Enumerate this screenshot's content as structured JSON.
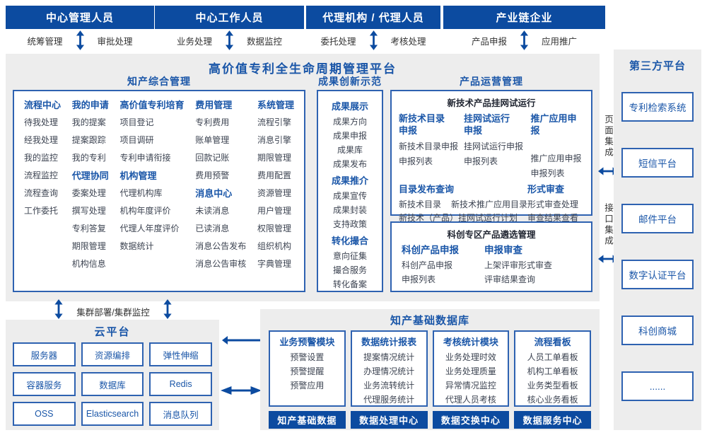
{
  "colors": {
    "primary_blue": "#0c4ba0",
    "heading_blue": "#1a56a8",
    "box_border_blue": "#2e62b1",
    "panel_gray": "#ededed",
    "item_text": "#3d4452",
    "bar_text": "#ffffff"
  },
  "actors": [
    {
      "title": "中心管理人员",
      "left_label": "统筹管理",
      "right_label": "审批处理"
    },
    {
      "title": "中心工作人员",
      "left_label": "业务处理",
      "right_label": "数据监控"
    },
    {
      "title": "代理机构 / 代理人员",
      "left_label": "委托处理",
      "right_label": "考核处理"
    },
    {
      "title": "产业链企业",
      "left_label": "产品申报",
      "right_label": "应用推广"
    }
  ],
  "platform": {
    "title": "高价值专利全生命周期管理平台",
    "ip_management": {
      "title": "知产综合管理",
      "columns": [
        {
          "groups": [
            {
              "title": "流程中心",
              "items": [
                "待我处理",
                "经我处理",
                "我的监控",
                "流程监控",
                "流程查询",
                "工作委托"
              ]
            }
          ]
        },
        {
          "groups": [
            {
              "title": "我的申请",
              "items": [
                "我的提案",
                "提案跟踪",
                "我的专利"
              ]
            },
            {
              "title": "代理协同",
              "items": [
                "委案处理",
                "撰写处理",
                "专利答复",
                "期限管理",
                "机构信息"
              ]
            }
          ]
        },
        {
          "groups": [
            {
              "title": "高价值专利培育",
              "items": [
                "项目登记",
                "项目调研",
                "专利申请衔接"
              ]
            },
            {
              "title": "机构管理",
              "items": [
                "代理机构库",
                "机构年度评价",
                "代理人年度评价",
                "数据统计"
              ]
            }
          ]
        },
        {
          "groups": [
            {
              "title": "费用管理",
              "items": [
                "专利费用",
                "账单管理",
                "回款记账",
                "费用预警"
              ]
            },
            {
              "title": "消息中心",
              "items": [
                "未读消息",
                "已读消息",
                "消息公告发布",
                "消息公告审核"
              ]
            }
          ]
        },
        {
          "groups": [
            {
              "title": "系统管理",
              "items": [
                "流程引擎",
                "消息引擎",
                "期限管理",
                "费用配置",
                "资源管理",
                "用户管理",
                "权限管理",
                "组织机构",
                "字典管理"
              ]
            }
          ]
        }
      ]
    },
    "achievement": {
      "title": "成果创新示范",
      "groups": [
        {
          "title": "成果展示",
          "items": [
            "成果方向",
            "成果申报",
            "成果库",
            "成果发布"
          ]
        },
        {
          "title": "成果推介",
          "items": [
            "成果宣传",
            "成果封装",
            "支持政策"
          ]
        },
        {
          "title": "转化撮合",
          "items": [
            "意向征集",
            "撮合服务",
            "转化备案"
          ]
        }
      ]
    },
    "product_ops": {
      "title": "产品运营管理",
      "trial": {
        "title": "新技术产品挂网试运行",
        "apply_groups": [
          {
            "title": "新技术目录申报",
            "items": [
              "新技术目录申报",
              "申报列表"
            ]
          },
          {
            "title": "挂网试运行申报",
            "items": [
              "挂网试运行申报",
              "申报列表"
            ]
          },
          {
            "title": "推广应用申报",
            "items": [
              "推广应用申报",
              "申报列表"
            ]
          }
        ],
        "catalog": {
          "title": "目录发布查询",
          "items": [
            "新技术目录",
            "新技术推广应用目录",
            "新技术（产品）挂网试运行计划"
          ]
        },
        "review": {
          "title": "形式审查",
          "items": [
            "形式审查处理",
            "审查结果查看"
          ]
        }
      },
      "selection": {
        "title": "科创专区产品遴选管理",
        "groups": [
          {
            "title": "科创产品申报",
            "items": [
              "科创产品申报",
              "申报列表"
            ]
          },
          {
            "title": "申报审查",
            "items": [
              "上架评审形式审查",
              "评审结果查询"
            ]
          }
        ]
      }
    }
  },
  "integration": {
    "page_label": "页面集成",
    "api_label": "接口集成"
  },
  "third_party": {
    "title": "第三方平台",
    "items": [
      "专利检索系统",
      "短信平台",
      "邮件平台",
      "数字认证平台",
      "科创商城",
      "......"
    ]
  },
  "cluster_label": "集群部署/集群监控",
  "cloud": {
    "title": "云平台",
    "items": [
      "服务器",
      "资源编排",
      "弹性伸缩",
      "容器服务",
      "数据库",
      "Redis",
      "OSS",
      "Elasticsearch",
      "消息队列"
    ]
  },
  "data_platform": {
    "title": "知产基础数据库",
    "modules": [
      {
        "title": "业务预警模块",
        "items": [
          "预警设置",
          "预警提醒",
          "预警应用"
        ],
        "bar": "知产基础数据"
      },
      {
        "title": "数据统计报表",
        "items": [
          "提案情况统计",
          "办理情况统计",
          "业务流转统计",
          "代理服务统计"
        ],
        "bar": "数据处理中心"
      },
      {
        "title": "考核统计模块",
        "items": [
          "业务处理时效",
          "业务处理质量",
          "异常情况监控",
          "代理人员考核"
        ],
        "bar": "数据交换中心"
      },
      {
        "title": "流程看板",
        "items": [
          "人员工单看板",
          "机构工单看板",
          "业务类型看板",
          "核心业务看板"
        ],
        "bar": "数据服务中心"
      }
    ]
  }
}
